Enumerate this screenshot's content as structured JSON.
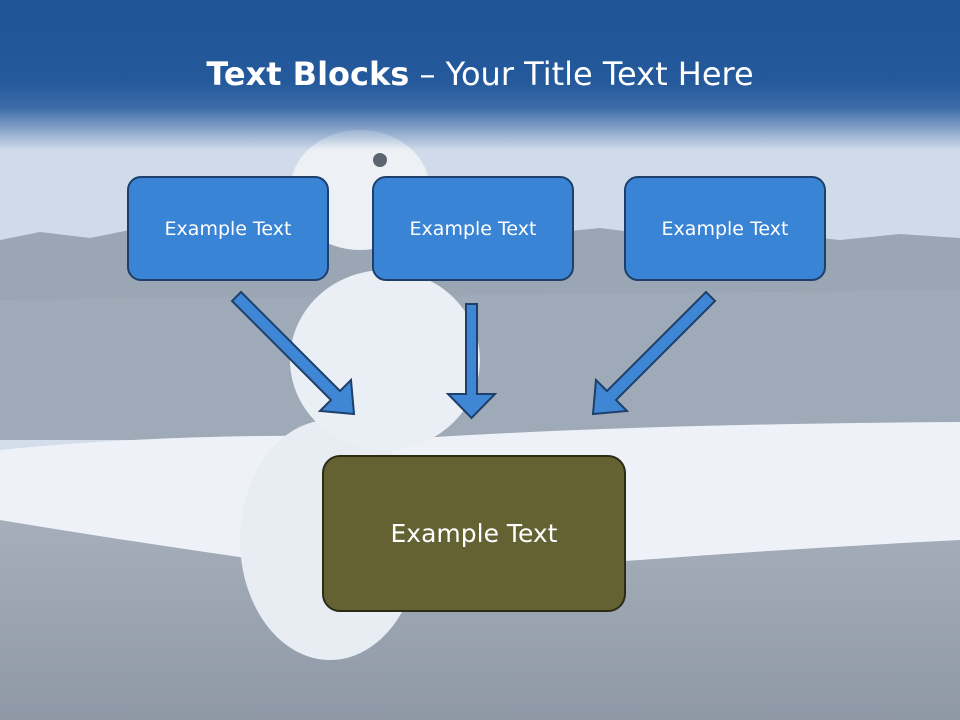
{
  "title": {
    "bold": "Text Blocks",
    "separator": " – ",
    "rest": "Your Title Text Here"
  },
  "blocks": {
    "top_left": "Example Text",
    "top_middle": "Example Text",
    "top_right": "Example Text",
    "bottom": "Example Text"
  },
  "colors": {
    "header": "#24599b",
    "top_box_fill": "#3a84d6",
    "bottom_box_fill": "#646233",
    "arrow_fill": "#3f86d4"
  }
}
